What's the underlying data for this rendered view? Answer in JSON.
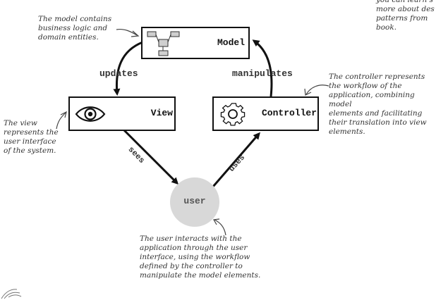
{
  "nodes": {
    "model": {
      "label": "Model"
    },
    "view": {
      "label": "View"
    },
    "controller": {
      "label": "Controller"
    },
    "user": {
      "label": "user"
    }
  },
  "edges": {
    "updates": "updates",
    "manipulates": "manipulates",
    "sees": "sees",
    "uses": "uses"
  },
  "notes": {
    "corner": "you can learn s\nmore about des\npatterns from\nbook.",
    "model": "The model contains\nbusiness logic and\ndomain entities.",
    "view": "The view\nrepresents the\nuser interface\nof the system.",
    "controller": "The controller represents\nthe workflow of the\napplication, combining model\nelements and facilitating\ntheir translation into view\nelements.",
    "user": "The user interacts with the\napplication through the user\ninterface, using the workflow\ndefined by the controller to\nmanipulate the model elements."
  }
}
